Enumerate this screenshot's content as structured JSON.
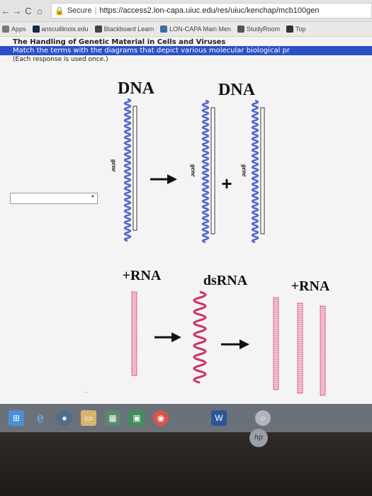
{
  "browser": {
    "secure_label": "Secure",
    "url": "https://access2.lon-capa.uiuc.edu/res/uiuc/kenchap/mcb100gen",
    "bookmarks": [
      {
        "label": "Apps",
        "icon": "apps-grid-icon",
        "color": "#777777"
      },
      {
        "label": "anscuillinois.edu",
        "icon": "illinois-icon",
        "color": "#13294b"
      },
      {
        "label": "Blackboard Learn",
        "icon": "blackboard-icon",
        "color": "#444444"
      },
      {
        "label": "LON-CAPA Main Men",
        "icon": "loncapa-icon",
        "color": "#3a6ea5"
      },
      {
        "label": "StudyRoom",
        "icon": "studyroom-icon",
        "color": "#555555"
      },
      {
        "label": "Top",
        "icon": "top-icon",
        "color": "#333333"
      }
    ]
  },
  "page": {
    "title": "The Handling of Genetic Material in Cells and Viruses",
    "instruction": "Match the terms with the diagrams that depict various molecular biological pr",
    "note": "(Each response is used once.)"
  },
  "diagram1": {
    "labels": [
      "DNA",
      "DNA"
    ],
    "gene_label": "gene",
    "plus": "+"
  },
  "diagram2": {
    "labels": [
      "+RNA",
      "dsRNA",
      "+RNA"
    ]
  },
  "colors": {
    "accent": "#2c50c8",
    "dna_strand": "#5566cc",
    "rna_strand": "#cc3366"
  }
}
